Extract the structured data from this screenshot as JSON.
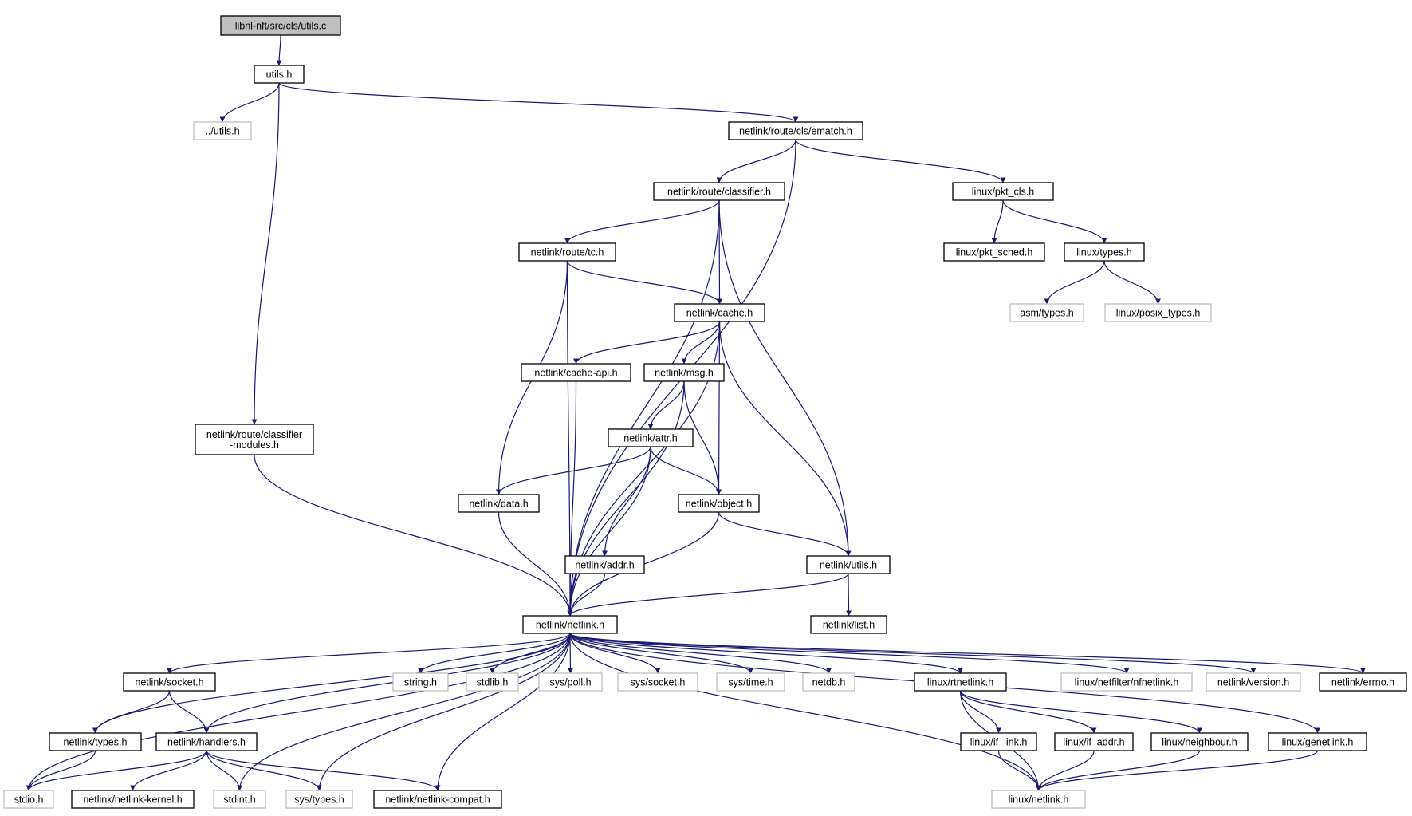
{
  "colors": {
    "edge": "#191970",
    "node_border": "#000000",
    "missing_border": "#bfbfbf",
    "root_fill": "#bfbfbf",
    "node_fill": "#ffffff",
    "missing_text": "#4d4d4d"
  },
  "nodes": [
    {
      "id": "root",
      "label": "libnl-nft/src/cls/utils.c",
      "kind": "root"
    },
    {
      "id": "utils_h",
      "label": "utils.h",
      "kind": "file"
    },
    {
      "id": "dotdot_utils_h",
      "label": "../utils.h",
      "kind": "missing"
    },
    {
      "id": "ematch_h",
      "label": "netlink/route/cls/ematch.h",
      "kind": "file"
    },
    {
      "id": "classifier_h",
      "label": "netlink/route/classifier.h",
      "kind": "file"
    },
    {
      "id": "pkt_cls_h",
      "label": "linux/pkt_cls.h",
      "kind": "file"
    },
    {
      "id": "tc_h",
      "label": "netlink/route/tc.h",
      "kind": "file"
    },
    {
      "id": "pkt_sched_h",
      "label": "linux/pkt_sched.h",
      "kind": "file"
    },
    {
      "id": "linux_types_h",
      "label": "linux/types.h",
      "kind": "file"
    },
    {
      "id": "cache_h",
      "label": "netlink/cache.h",
      "kind": "file"
    },
    {
      "id": "asm_types_h",
      "label": "asm/types.h",
      "kind": "missing"
    },
    {
      "id": "posix_types_h",
      "label": "linux/posix_types.h",
      "kind": "missing"
    },
    {
      "id": "cache_api_h",
      "label": "netlink/cache-api.h",
      "kind": "file"
    },
    {
      "id": "msg_h",
      "label": "netlink/msg.h",
      "kind": "file"
    },
    {
      "id": "classifier_modules_h",
      "label": "netlink/route/classifier\n-modules.h",
      "kind": "file"
    },
    {
      "id": "attr_h",
      "label": "netlink/attr.h",
      "kind": "file"
    },
    {
      "id": "data_h",
      "label": "netlink/data.h",
      "kind": "file"
    },
    {
      "id": "object_h",
      "label": "netlink/object.h",
      "kind": "file"
    },
    {
      "id": "addr_h",
      "label": "netlink/addr.h",
      "kind": "file"
    },
    {
      "id": "nl_utils_h",
      "label": "netlink/utils.h",
      "kind": "file"
    },
    {
      "id": "netlink_h",
      "label": "netlink/netlink.h",
      "kind": "file"
    },
    {
      "id": "list_h",
      "label": "netlink/list.h",
      "kind": "file"
    },
    {
      "id": "socket_h",
      "label": "netlink/socket.h",
      "kind": "file"
    },
    {
      "id": "string_h",
      "label": "string.h",
      "kind": "missing"
    },
    {
      "id": "stdlib_h",
      "label": "stdlib.h",
      "kind": "missing"
    },
    {
      "id": "poll_h",
      "label": "sys/poll.h",
      "kind": "missing"
    },
    {
      "id": "sys_socket_h",
      "label": "sys/socket.h",
      "kind": "missing"
    },
    {
      "id": "sys_time_h",
      "label": "sys/time.h",
      "kind": "missing"
    },
    {
      "id": "netdb_h",
      "label": "netdb.h",
      "kind": "missing"
    },
    {
      "id": "rtnetlink_h",
      "label": "linux/rtnetlink.h",
      "kind": "file"
    },
    {
      "id": "nfnetlink_h",
      "label": "linux/netfilter/nfnetlink.h",
      "kind": "missing"
    },
    {
      "id": "version_h",
      "label": "netlink/version.h",
      "kind": "missing"
    },
    {
      "id": "errno_h",
      "label": "netlink/errno.h",
      "kind": "file"
    },
    {
      "id": "nl_types_h",
      "label": "netlink/types.h",
      "kind": "file"
    },
    {
      "id": "handlers_h",
      "label": "netlink/handlers.h",
      "kind": "file"
    },
    {
      "id": "if_link_h",
      "label": "linux/if_link.h",
      "kind": "file"
    },
    {
      "id": "if_addr_h",
      "label": "linux/if_addr.h",
      "kind": "file"
    },
    {
      "id": "neighbour_h",
      "label": "linux/neighbour.h",
      "kind": "file"
    },
    {
      "id": "genetlink_h",
      "label": "linux/genetlink.h",
      "kind": "file"
    },
    {
      "id": "stdio_h",
      "label": "stdio.h",
      "kind": "missing"
    },
    {
      "id": "netlink_kernel_h",
      "label": "netlink/netlink-kernel.h",
      "kind": "file"
    },
    {
      "id": "stdint_h",
      "label": "stdint.h",
      "kind": "missing"
    },
    {
      "id": "sys_types_h",
      "label": "sys/types.h",
      "kind": "missing"
    },
    {
      "id": "netlink_compat_h",
      "label": "netlink/netlink-compat.h",
      "kind": "file"
    },
    {
      "id": "linux_netlink_h",
      "label": "linux/netlink.h",
      "kind": "missing"
    }
  ],
  "edges": [
    [
      "root",
      "utils_h"
    ],
    [
      "utils_h",
      "dotdot_utils_h"
    ],
    [
      "utils_h",
      "ematch_h"
    ],
    [
      "utils_h",
      "classifier_modules_h"
    ],
    [
      "ematch_h",
      "classifier_h"
    ],
    [
      "ematch_h",
      "pkt_cls_h"
    ],
    [
      "ematch_h",
      "netlink_h"
    ],
    [
      "classifier_h",
      "tc_h"
    ],
    [
      "classifier_h",
      "cache_h"
    ],
    [
      "classifier_h",
      "nl_utils_h"
    ],
    [
      "classifier_h",
      "netlink_h"
    ],
    [
      "pkt_cls_h",
      "pkt_sched_h"
    ],
    [
      "pkt_cls_h",
      "linux_types_h"
    ],
    [
      "linux_types_h",
      "asm_types_h"
    ],
    [
      "linux_types_h",
      "posix_types_h"
    ],
    [
      "tc_h",
      "cache_h"
    ],
    [
      "tc_h",
      "data_h"
    ],
    [
      "tc_h",
      "netlink_h"
    ],
    [
      "cache_h",
      "cache_api_h"
    ],
    [
      "cache_h",
      "msg_h"
    ],
    [
      "cache_h",
      "object_h"
    ],
    [
      "cache_h",
      "nl_utils_h"
    ],
    [
      "cache_h",
      "netlink_h"
    ],
    [
      "cache_api_h",
      "netlink_h"
    ],
    [
      "msg_h",
      "attr_h"
    ],
    [
      "msg_h",
      "object_h"
    ],
    [
      "msg_h",
      "netlink_h"
    ],
    [
      "classifier_modules_h",
      "netlink_h"
    ],
    [
      "attr_h",
      "data_h"
    ],
    [
      "attr_h",
      "object_h"
    ],
    [
      "attr_h",
      "addr_h"
    ],
    [
      "attr_h",
      "netlink_h"
    ],
    [
      "data_h",
      "netlink_h"
    ],
    [
      "object_h",
      "nl_utils_h"
    ],
    [
      "object_h",
      "netlink_h"
    ],
    [
      "addr_h",
      "netlink_h"
    ],
    [
      "nl_utils_h",
      "netlink_h"
    ],
    [
      "nl_utils_h",
      "list_h"
    ],
    [
      "netlink_h",
      "stdio_h"
    ],
    [
      "netlink_h",
      "nl_types_h"
    ],
    [
      "netlink_h",
      "socket_h"
    ],
    [
      "netlink_h",
      "handlers_h"
    ],
    [
      "netlink_h",
      "stdint_h"
    ],
    [
      "netlink_h",
      "sys_types_h"
    ],
    [
      "netlink_h",
      "netlink_compat_h"
    ],
    [
      "netlink_h",
      "string_h"
    ],
    [
      "netlink_h",
      "stdlib_h"
    ],
    [
      "netlink_h",
      "poll_h"
    ],
    [
      "netlink_h",
      "sys_socket_h"
    ],
    [
      "netlink_h",
      "sys_time_h"
    ],
    [
      "netlink_h",
      "netdb_h"
    ],
    [
      "netlink_h",
      "rtnetlink_h"
    ],
    [
      "netlink_h",
      "linux_netlink_h"
    ],
    [
      "netlink_h",
      "nfnetlink_h"
    ],
    [
      "netlink_h",
      "version_h"
    ],
    [
      "netlink_h",
      "errno_h"
    ],
    [
      "netlink_h",
      "genetlink_h"
    ],
    [
      "socket_h",
      "nl_types_h"
    ],
    [
      "socket_h",
      "handlers_h"
    ],
    [
      "nl_types_h",
      "stdio_h"
    ],
    [
      "handlers_h",
      "stdio_h"
    ],
    [
      "handlers_h",
      "netlink_kernel_h"
    ],
    [
      "handlers_h",
      "stdint_h"
    ],
    [
      "handlers_h",
      "sys_types_h"
    ],
    [
      "handlers_h",
      "netlink_compat_h"
    ],
    [
      "rtnetlink_h",
      "if_link_h"
    ],
    [
      "rtnetlink_h",
      "if_addr_h"
    ],
    [
      "rtnetlink_h",
      "neighbour_h"
    ],
    [
      "rtnetlink_h",
      "linux_netlink_h"
    ],
    [
      "if_link_h",
      "linux_netlink_h"
    ],
    [
      "if_addr_h",
      "linux_netlink_h"
    ],
    [
      "neighbour_h",
      "linux_netlink_h"
    ],
    [
      "genetlink_h",
      "linux_netlink_h"
    ]
  ]
}
